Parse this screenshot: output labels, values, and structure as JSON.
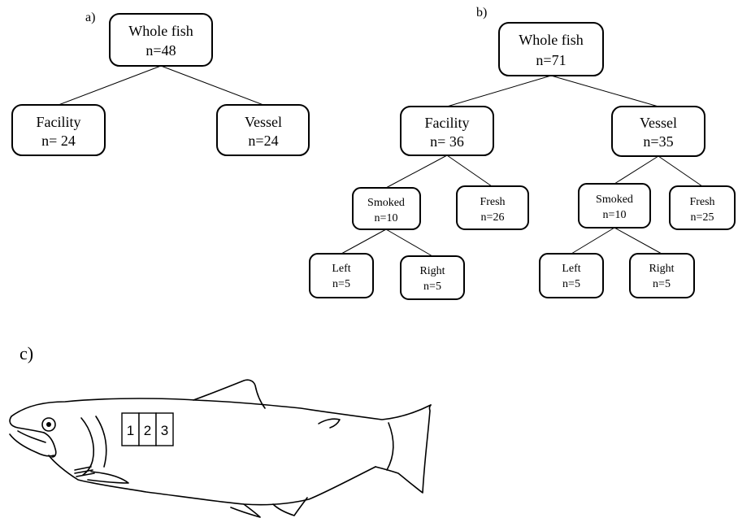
{
  "panels": {
    "a": {
      "label": "a)",
      "root": {
        "name": "Whole fish",
        "count": "n=48"
      },
      "facility": {
        "name": "Facility",
        "count": "n= 24"
      },
      "vessel": {
        "name": "Vessel",
        "count": "n=24"
      }
    },
    "b": {
      "label": "b)",
      "root": {
        "name": "Whole fish",
        "count": "n=71"
      },
      "facility": {
        "name": "Facility",
        "count": "n= 36"
      },
      "vessel": {
        "name": "Vessel",
        "count": "n=35"
      },
      "facility_smoked": {
        "name": "Smoked",
        "count": "n=10"
      },
      "facility_fresh": {
        "name": "Fresh",
        "count": "n=26"
      },
      "vessel_smoked": {
        "name": "Smoked",
        "count": "n=10"
      },
      "vessel_fresh": {
        "name": "Fresh",
        "count": "n=25"
      },
      "facility_left": {
        "name": "Left",
        "count": "n=5"
      },
      "facility_right": {
        "name": "Right",
        "count": "n=5"
      },
      "vessel_left": {
        "name": "Left",
        "count": "n=5"
      },
      "vessel_right": {
        "name": "Right",
        "count": "n=5"
      }
    },
    "c": {
      "label": "c)",
      "sections": [
        "1",
        "2",
        "3"
      ]
    }
  }
}
